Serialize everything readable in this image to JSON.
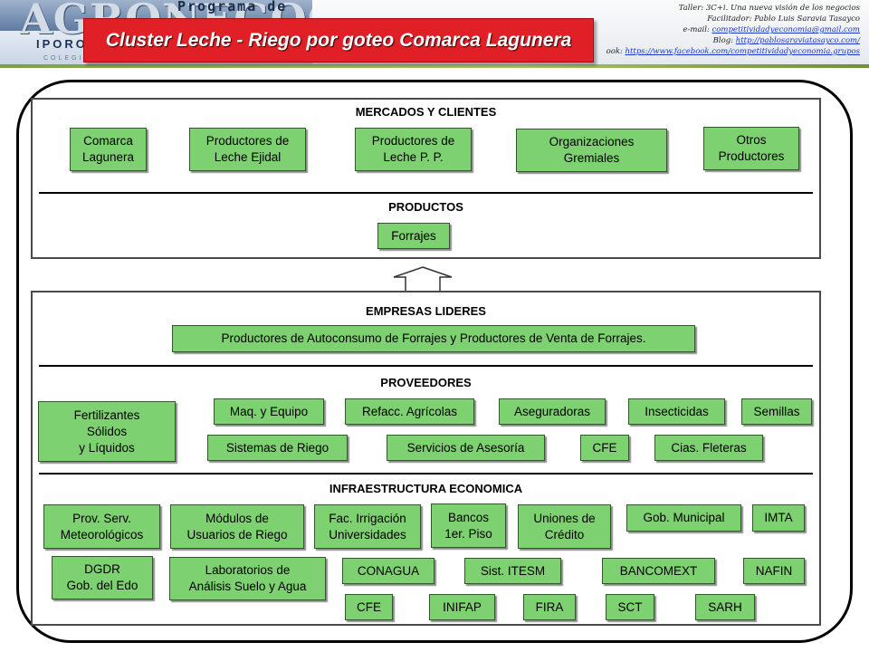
{
  "header": {
    "logo_main": "AGRONEGOCIOS",
    "logo_program": "Programa de",
    "logo_sub": "IPOROU",
    "logo_sub2": "COLEGIO",
    "info_line1": "Taller: 3C+i. Una nueva visión de los negocios",
    "info_line2": "Facilitador: Pablo Luis Saravia Tasayco",
    "info_email_label": "e-mail: ",
    "info_email": "competitividadyeconomia@gmail.com",
    "info_blog_label": "Blog: ",
    "info_blog": "http://pablosaraviatasayco.com/",
    "info_fb_label": "ook: ",
    "info_fb": "https://www.facebook.com/competitividadyeconomia.grupos"
  },
  "title": "Cluster Leche - Riego por goteo Comarca Lagunera",
  "top_panel": {
    "heading_markets": "MERCADOS Y CLIENTES",
    "markets": [
      "Comarca\nLagunera",
      "Productores de\nLeche Ejidal",
      "Productores de\nLeche P. P.",
      "Organizaciones\nGremiales",
      "Otros\nProductores"
    ],
    "heading_products": "PRODUCTOS",
    "products": [
      "Forrajes"
    ]
  },
  "bottom_panel": {
    "heading_leaders": "EMPRESAS LIDERES",
    "leader": "Productores de Autoconsumo de Forrajes y Productores de Venta de Forrajes.",
    "heading_suppliers": "PROVEEDORES",
    "suppliers": [
      "Fertilizantes\nSólidos\ny Líquidos",
      "Maq. y Equipo",
      "Refacc. Agrícolas",
      "Aseguradoras",
      "Insecticidas",
      "Semillas",
      "Sistemas de Riego",
      "Servicios de Asesoría",
      "CFE",
      "Cias. Fleteras"
    ],
    "heading_infra": "INFRAESTRUCTURA ECONOMICA",
    "infra": [
      "Prov. Serv.\nMeteorológicos",
      "Módulos de\nUsuarios de Riego",
      "Fac. Irrigación\nUniversidades",
      "Bancos\n1er. Piso",
      "Uniones de\nCrédito",
      "Gob. Municipal",
      "IMTA",
      "DGDR\nGob. del Edo",
      "Laboratorios de\nAnálisis Suelo y Agua",
      "CONAGUA",
      "Sist. ITESM",
      "BANCOMEXT",
      "NAFIN",
      "CFE",
      "INIFAP",
      "FIRA",
      "SCT",
      "SARH"
    ]
  },
  "colors": {
    "node_fill": "#7ed170",
    "title_banner": "#e11f26",
    "link": "#1a36c7"
  }
}
